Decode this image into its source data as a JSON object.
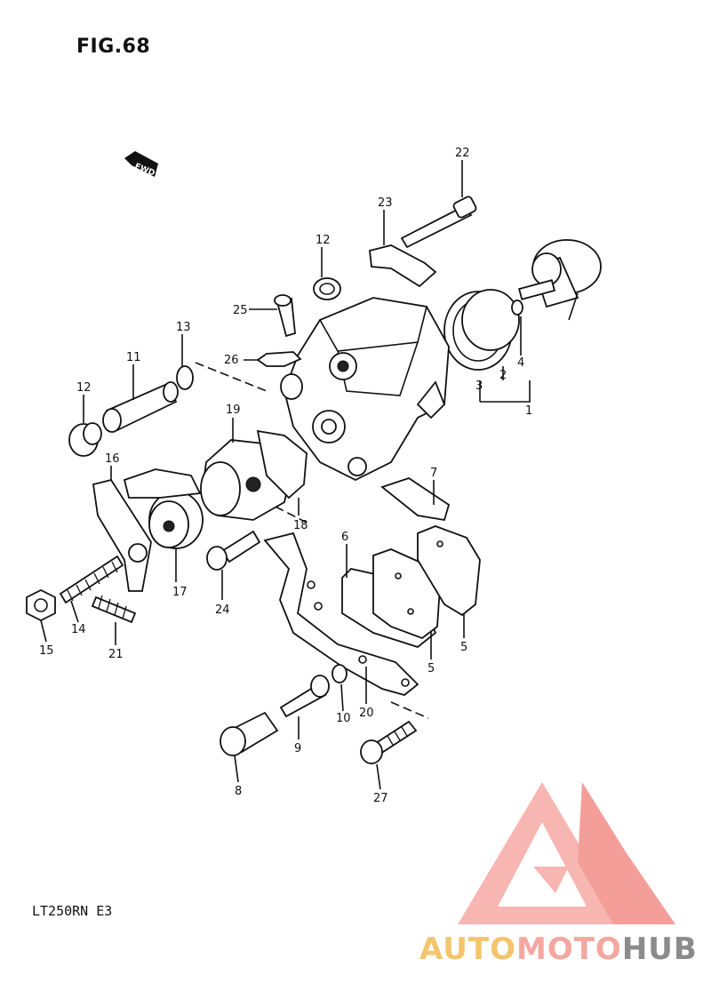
{
  "figure": {
    "title": "FIG.68",
    "direction_arrow": "FWD"
  },
  "callouts": {
    "p1": "1",
    "p2": "2",
    "p3": "3",
    "p4": "4",
    "p5a": "5",
    "p5b": "5",
    "p6": "6",
    "p7": "7",
    "p8": "8",
    "p9": "9",
    "p10": "10",
    "p11": "11",
    "p12a": "12",
    "p12b": "12",
    "p13": "13",
    "p14": "14",
    "p15": "15",
    "p16": "16",
    "p17": "17",
    "p18": "18",
    "p19": "19",
    "p20": "20",
    "p21": "21",
    "p22": "22",
    "p23": "23",
    "p24": "24",
    "p25": "25",
    "p26": "26",
    "p27": "27"
  },
  "footer": {
    "model_code": "LT250RN  E3"
  },
  "watermark": {
    "part1": "AUTO",
    "part2": "MOTO",
    "part3": "HUB"
  }
}
